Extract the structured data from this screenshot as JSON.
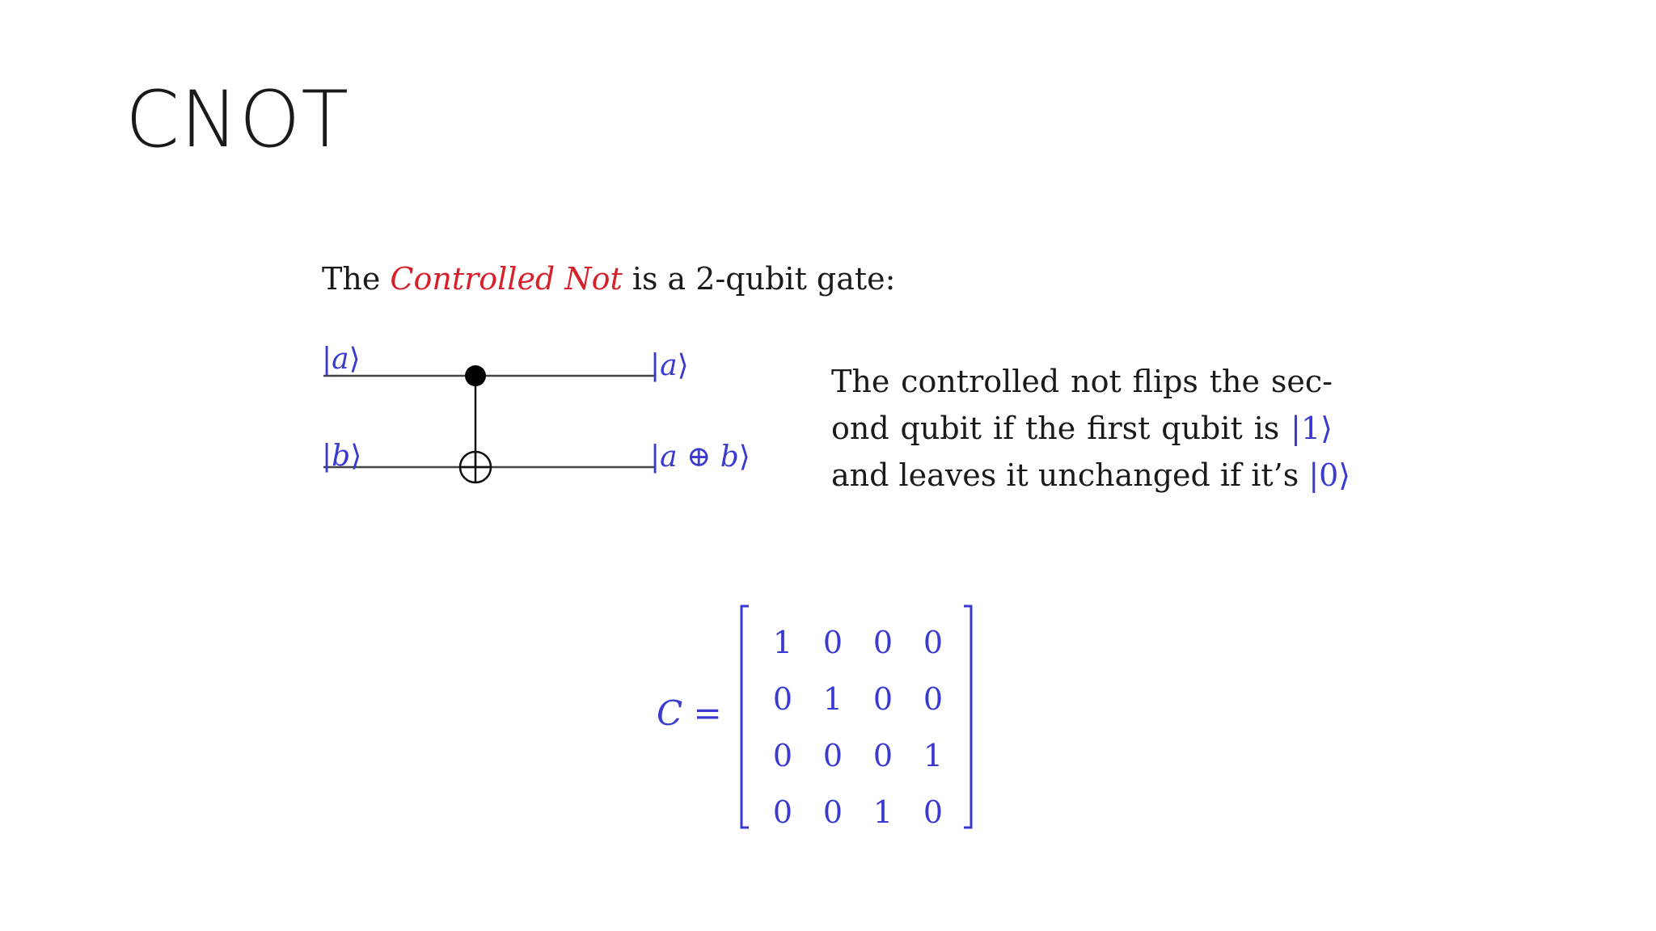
{
  "slide": {
    "title": "CNOT",
    "intro": {
      "before": "The ",
      "highlight": "Controlled Not",
      "after": " is a 2-qubit gate:"
    },
    "circuit": {
      "input_a": "a",
      "input_b": "b",
      "output_a": "a",
      "output_ab_left": "a",
      "output_ab_op": "⊕",
      "output_ab_right": "b"
    },
    "description": {
      "line1": "The controlled not flips the sec-",
      "line2_text": "ond qubit if the first qubit is",
      "line2_ket": "|1⟩",
      "line3_text": "and leaves it unchanged if it’s",
      "line3_ket": "|0⟩"
    },
    "matrix": {
      "lhs_var": "C",
      "lhs_eq": "=",
      "rows": [
        [
          "1",
          "0",
          "0",
          "0"
        ],
        [
          "0",
          "1",
          "0",
          "0"
        ],
        [
          "0",
          "0",
          "0",
          "1"
        ],
        [
          "0",
          "0",
          "1",
          "0"
        ]
      ]
    },
    "colors": {
      "highlight": "#d6202a",
      "math": "#3a3ad0",
      "text": "#1a1a1a"
    }
  }
}
